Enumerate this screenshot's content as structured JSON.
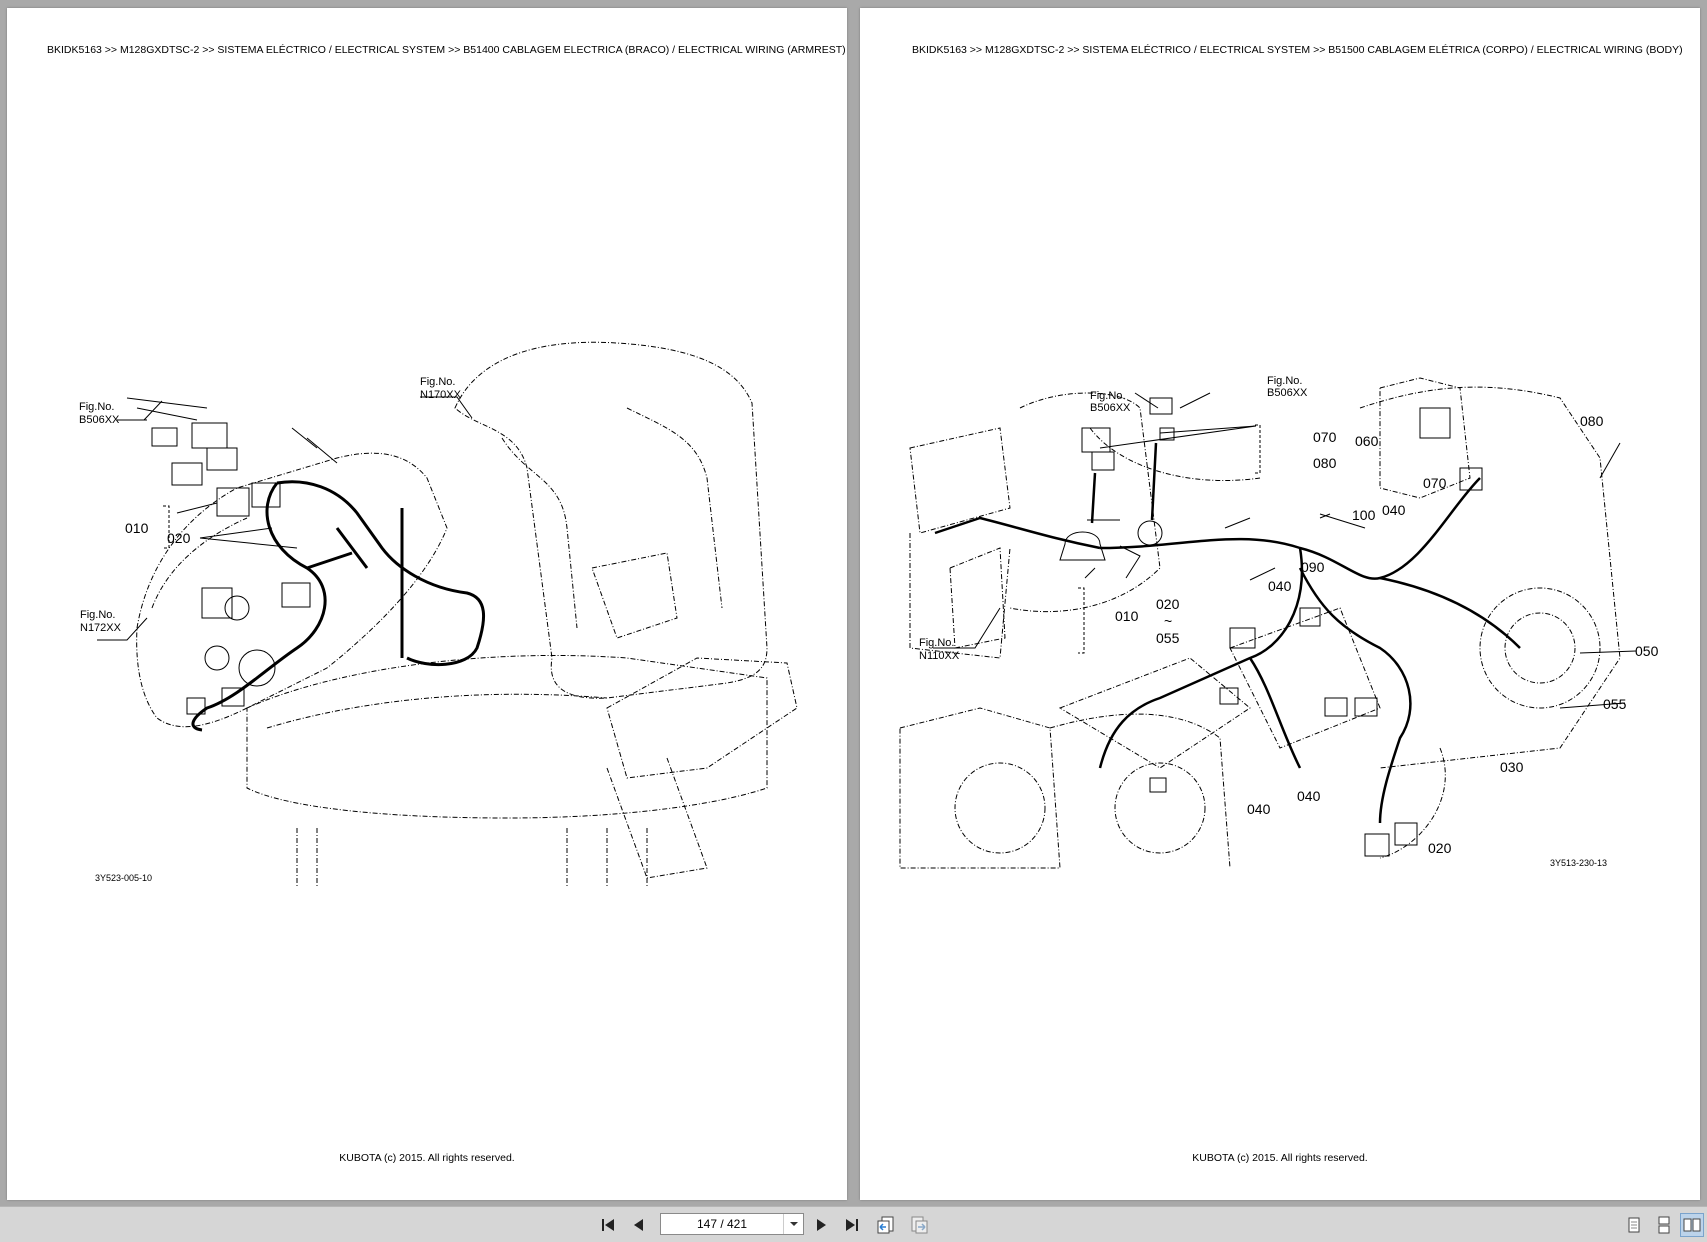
{
  "left_page": {
    "breadcrumb": "BKIDK5163 >> M128GXDTSC-2 >> SISTEMA ELÉCTRICO / ELECTRICAL SYSTEM >> B51400   CABLAGEM ELECTRICA (BRACO) / ELECTRICAL WIRING (ARMREST)",
    "footer": "KUBOTA (c) 2015. All rights reserved.",
    "figure": {
      "ref_b506_label": "Fig.No.",
      "ref_b506_code": "B506XX",
      "ref_n170_label": "Fig.No.",
      "ref_n170_code": "N170XX",
      "ref_n172_label": "Fig.No.",
      "ref_n172_code": "N172XX",
      "part_010": "010",
      "part_020": "020",
      "drawing_id": "3Y523-005-10"
    }
  },
  "right_page": {
    "breadcrumb": "BKIDK5163 >> M128GXDTSC-2 >> SISTEMA ELÉCTRICO / ELECTRICAL SYSTEM >> B51500   CABLAGEM ELÉTRICA (CORPO) / ELECTRICAL WIRING (BODY)",
    "footer": "KUBOTA (c) 2015. All rights reserved.",
    "figure": {
      "ref_b506a_label": "Fig.No.",
      "ref_b506a_code": "B506XX",
      "ref_b506b_label": "Fig.No.",
      "ref_b506b_code": "B506XX",
      "ref_n110_label": "Fig.No.",
      "ref_n110_code": "N110XX",
      "part_060": "060",
      "part_070a": "070",
      "part_080a": "080",
      "part_080b": "080",
      "part_070b": "070",
      "part_100": "100",
      "part_040a": "040",
      "part_090": "090",
      "part_040b": "040",
      "part_010": "010",
      "part_020a": "020",
      "part_tilde": "~",
      "part_055a": "055",
      "part_050": "050",
      "part_055b": "055",
      "part_030": "030",
      "part_040c": "040",
      "part_040d": "040",
      "part_020b": "020",
      "drawing_id": "3Y513-230-13"
    }
  },
  "toolbar": {
    "page_indicator": "147 / 421",
    "icons": [
      "first-page-icon",
      "prev-page-icon",
      "next-page-icon",
      "last-page-icon",
      "go-back-icon",
      "go-forward-icon",
      "single-page-icon",
      "continuous-icon",
      "facing-pages-icon"
    ]
  }
}
